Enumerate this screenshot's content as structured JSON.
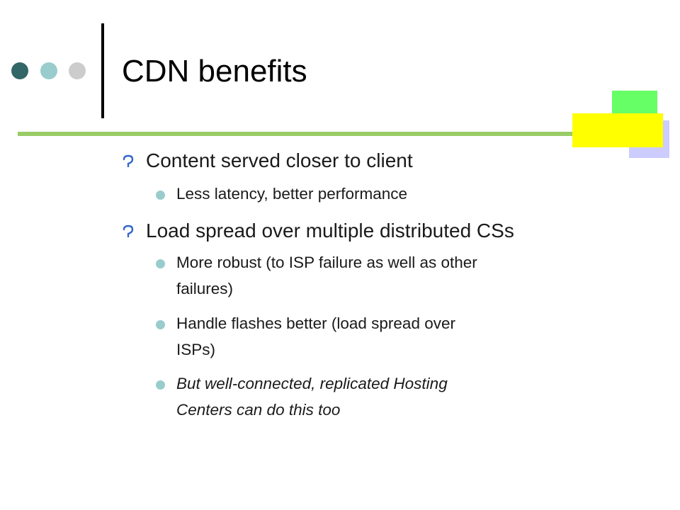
{
  "slide": {
    "title": "CDN benefits",
    "bullets": [
      {
        "text": "Content served closer to client",
        "sub": [
          {
            "text": [
              "Less latency, better performance"
            ],
            "italic": false
          }
        ]
      },
      {
        "text": "Load spread over multiple distributed CSs",
        "sub": [
          {
            "text": [
              "More robust (to ISP failure as well as other",
              "failures)"
            ],
            "italic": false
          },
          {
            "text": [
              "Handle flashes better (load spread over",
              "ISPs)"
            ],
            "italic": false
          },
          {
            "text": [
              "But well-connected, replicated Hosting",
              "Centers can do this too"
            ],
            "italic": true
          }
        ]
      }
    ]
  },
  "colors": {
    "dot_dark": "#336666",
    "dot_mid": "#99cccc",
    "dot_light": "#cccccc",
    "rule_green": "#99cc66",
    "square_green": "#66ff66",
    "square_lavender": "#ccccff",
    "square_yellow": "#ffff00",
    "bullet_blue": "#3366cc",
    "sub_bullet": "#99cccc"
  }
}
